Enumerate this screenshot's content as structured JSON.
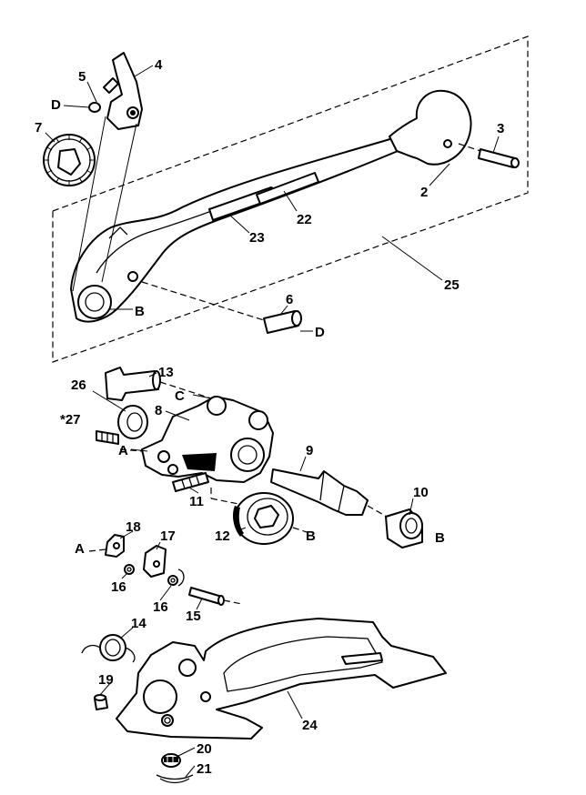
{
  "callouts": {
    "p2": "2",
    "p3": "3",
    "p4": "4",
    "p5": "5",
    "p6": "6",
    "p7": "7",
    "p8": "8",
    "p9": "9",
    "p10": "10",
    "p11": "11",
    "p12": "12",
    "p13": "13",
    "p14": "14",
    "p15": "15",
    "p16a": "16",
    "p16b": "16",
    "p17": "17",
    "p18": "18",
    "p19": "19",
    "p20": "20",
    "p21": "21",
    "p22": "22",
    "p23": "23",
    "p24": "24",
    "p25": "25",
    "p26": "26",
    "p27": "*27",
    "refA1": "A",
    "refA2": "A",
    "refB1": "B",
    "refB2": "B",
    "refB3": "B",
    "refC": "C",
    "refD1": "D",
    "refD2": "D"
  }
}
